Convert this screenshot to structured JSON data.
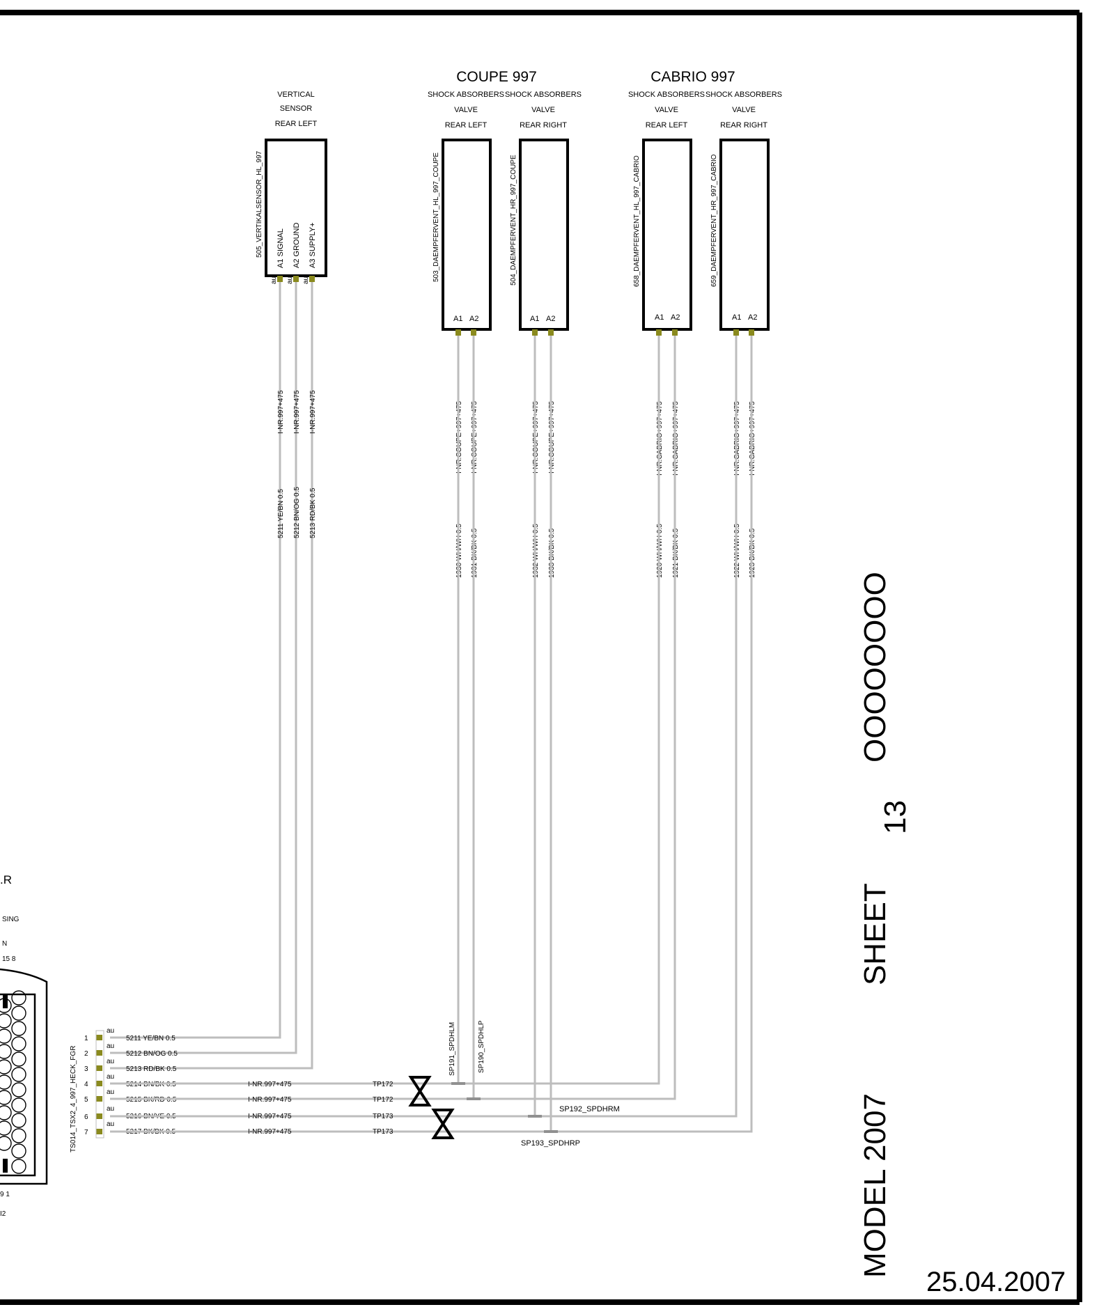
{
  "sheet": {
    "date": "25.04.2007",
    "model_label": "MODEL 2007",
    "sheet_label": "SHEET",
    "sheet_number": "13",
    "code": "OOOOOOOO"
  },
  "groups": {
    "coupe_title": "COUPE 997",
    "cabrio_title": "CABRIO 997"
  },
  "sensor": {
    "line1": "VERTICAL",
    "line2": "SENSOR",
    "line3": "REAR LEFT",
    "name": "505_VERTIKALSENSOR_HL_997",
    "pins": [
      "A1  SIGNAL",
      "A2  GROUND",
      "A3  SUPPLY+"
    ],
    "pin_tag": "au",
    "wire_ids": [
      "I-NR.997+475",
      "I-NR.997+475",
      "I-NR.997+475"
    ],
    "wire_specs": [
      "5211 YE/BN 0.5",
      "5212 BN/OG 0.5",
      "5213 RD/BK 0.5"
    ]
  },
  "valves": [
    {
      "line1": "SHOCK ABSORBERS",
      "line2": "VALVE",
      "line3": "REAR LEFT",
      "name": "503_DAEMPFERVENT_HL_997_COUPE",
      "pins": [
        "A1",
        "A2"
      ],
      "wire_ids": [
        "I-NR.COUPE+997+475",
        "I-NR.COUPE+997+475"
      ],
      "wire_specs": [
        "1930 WH/WH 0.5",
        "1931 BK/BK 0.5"
      ]
    },
    {
      "line1": "SHOCK ABSORBERS",
      "line2": "VALVE",
      "line3": "REAR RIGHT",
      "name": "504_DAEMPFERVENT_HR_997_COUPE",
      "pins": [
        "A1",
        "A2"
      ],
      "wire_ids": [
        "I-NR.COUPE+997+475",
        "I-NR.COUPE+997+475"
      ],
      "wire_specs": [
        "1932 WH/WH 0.5",
        "1933 BK/BK 0.5"
      ]
    },
    {
      "line1": "SHOCK ABSORBERS",
      "line2": "VALVE",
      "line3": "REAR LEFT",
      "name": "658_DAEMPFERVENT_HL_997_CABRIO",
      "pins": [
        "A1",
        "A2"
      ],
      "wire_ids": [
        "I-NR.CABRIO+997+475",
        "I-NR.CABRIO+997+475"
      ],
      "wire_specs": [
        "1920 WH/WH 0.5",
        "1921 BK/BK 0.5"
      ]
    },
    {
      "line1": "SHOCK ABSORBERS",
      "line2": "VALVE",
      "line3": "REAR RIGHT",
      "name": "659_DAEMPFERVENT_HR_997_CABRIO",
      "pins": [
        "A1",
        "A2"
      ],
      "wire_ids": [
        "I-NR.CABRIO+997+475",
        "I-NR.CABRIO+997+475"
      ],
      "wire_specs": [
        "1922 WH/WH 0.5",
        "1923 BK/BK 0.5"
      ]
    }
  ],
  "splices": [
    "SP191_SPDHLM",
    "SP190_SPDHLP",
    "SP192_SPDHRM",
    "SP193_SPDHRP"
  ],
  "connector": {
    "name": "TS014_TSX2_4_997_HECK_FGR",
    "pin_tag": "au",
    "pins": [
      "1",
      "2",
      "3",
      "4",
      "5",
      "6",
      "7"
    ],
    "wire_specs": [
      "5211 YE/BN 0.5",
      "5212 BN/OG 0.5",
      "5213 RD/BK 0.5",
      "5214 BN/BK 0.5",
      "5215 BK/RD 0.5",
      "5216 BN/YE 0.5",
      "5217 BK/BK 0.5"
    ],
    "wire_ids": [
      "I-NR.997+475",
      "I-NR.997+475",
      "I-NR.997+475",
      "I-NR.997+475"
    ],
    "test_points": [
      "TP172",
      "TP172",
      "TP173",
      "TP173"
    ]
  },
  "left_fragment": {
    "labels": [
      ".R",
      "SING",
      "N",
      "15  8",
      "9    1",
      "I2"
    ]
  }
}
